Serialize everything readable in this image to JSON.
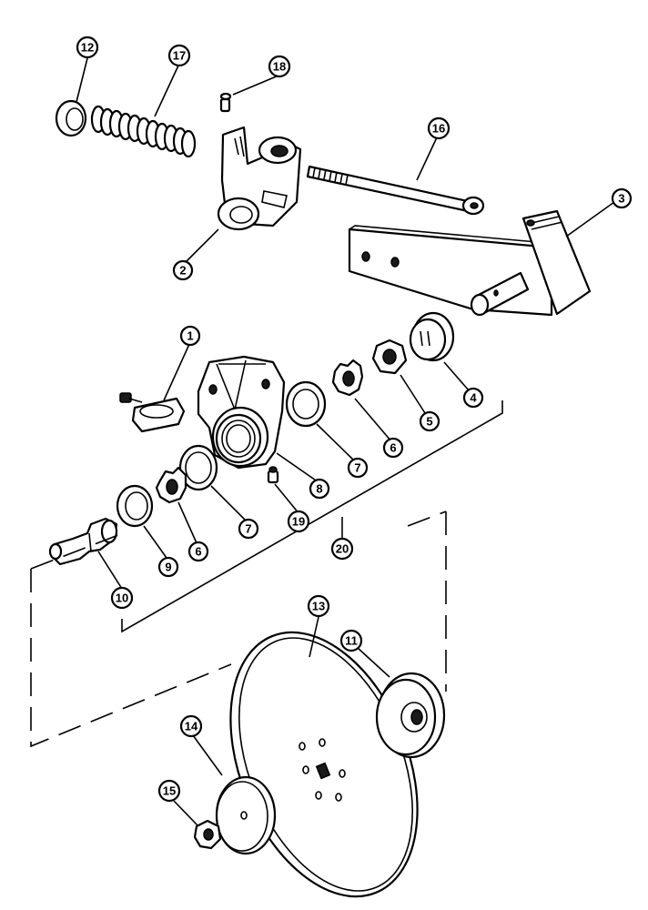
{
  "diagram": {
    "callouts": [
      {
        "label": "1"
      },
      {
        "label": "2"
      },
      {
        "label": "3"
      },
      {
        "label": "4"
      },
      {
        "label": "5"
      },
      {
        "label": "6"
      },
      {
        "label": "6"
      },
      {
        "label": "7"
      },
      {
        "label": "7"
      },
      {
        "label": "8"
      },
      {
        "label": "9"
      },
      {
        "label": "10"
      },
      {
        "label": "11"
      },
      {
        "label": "12"
      },
      {
        "label": "13"
      },
      {
        "label": "14"
      },
      {
        "label": "15"
      },
      {
        "label": "16"
      },
      {
        "label": "17"
      },
      {
        "label": "18"
      },
      {
        "label": "19"
      },
      {
        "label": "20"
      }
    ]
  }
}
